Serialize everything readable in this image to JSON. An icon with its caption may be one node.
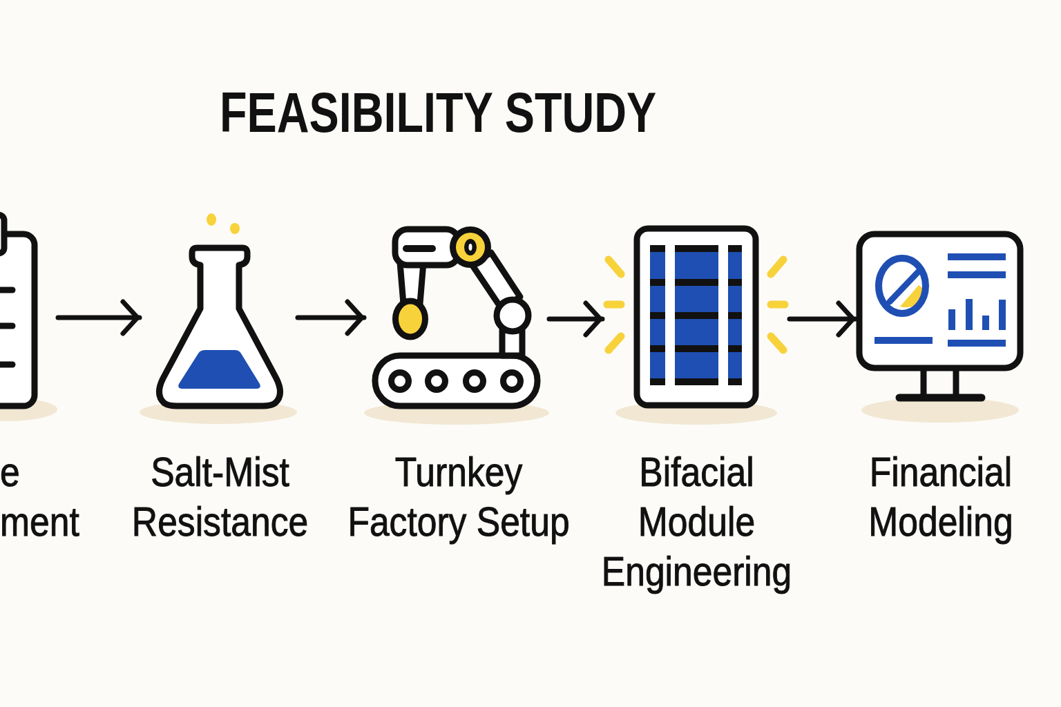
{
  "diagram": {
    "title": "FEASIBILITY STUDY",
    "nodes": [
      {
        "text": [
          "e ment"
        ]
      },
      {
        "text": [
          "Salt-Mist Resistance"
        ]
      },
      {
        "text": [
          "Turnkey Factory Setup"
        ]
      },
      {
        "text": [
          "Bifacial Module Engineering"
        ]
      },
      {
        "text": [
          "Financial Modeling"
        ]
      }
    ],
    "edges": [
      {
        "from": 0,
        "to": 1,
        "arrow": "to"
      },
      {
        "from": 1,
        "to": 2,
        "arrow": "to"
      },
      {
        "from": 2,
        "to": 3,
        "arrow": "to"
      },
      {
        "from": 3,
        "to": 4,
        "arrow": "to"
      }
    ]
  }
}
